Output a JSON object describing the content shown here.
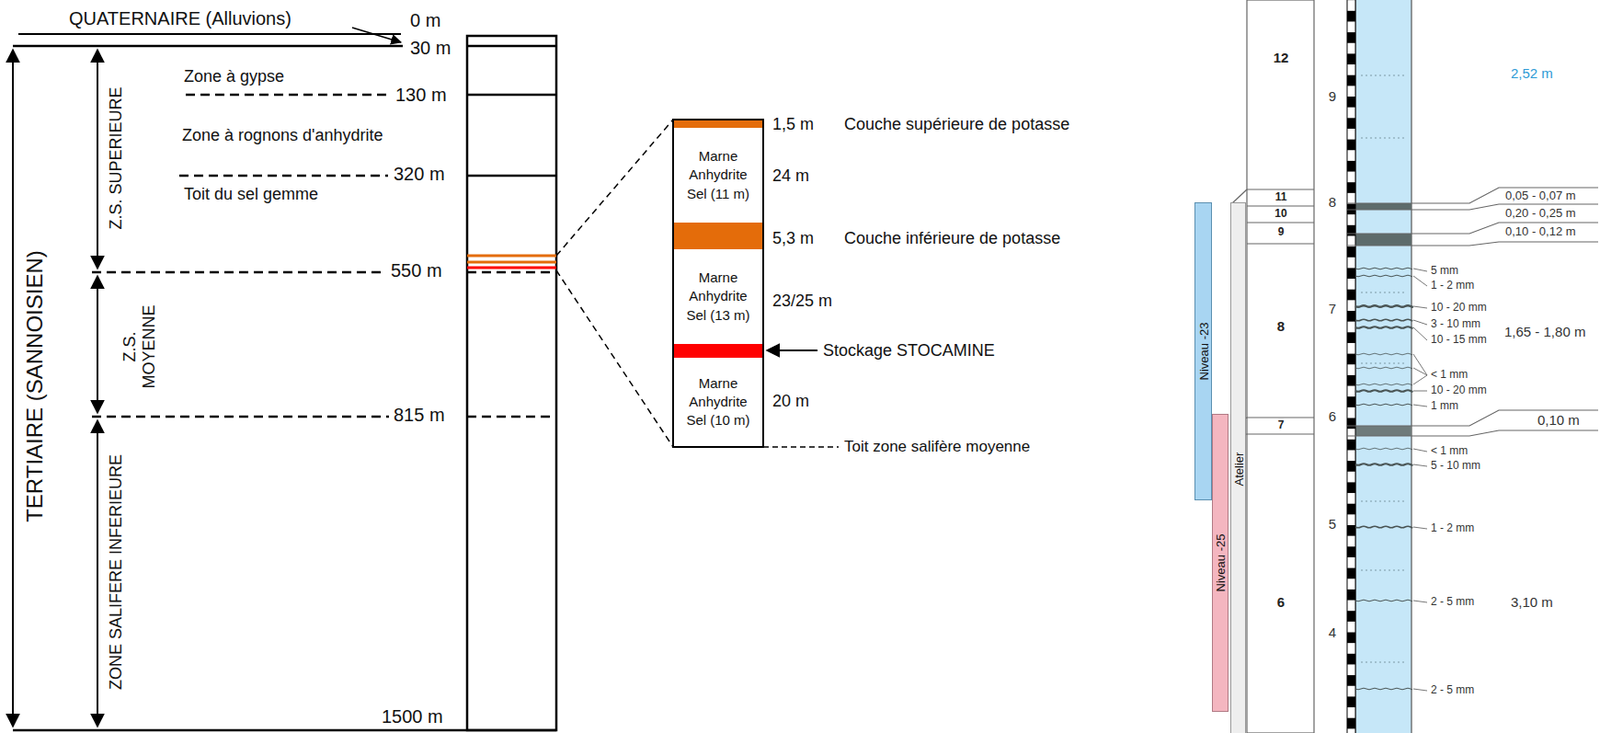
{
  "diagram": {
    "nodes": [
      {
        "text": [
          "Marne Anhydrite Sel (11 m)"
        ]
      },
      {
        "text": [
          "Marne Anhydrite Sel (13 m)"
        ]
      },
      {
        "text": [
          "Marne Anhydrite Sel (10 m)"
        ]
      },
      {
        "text": [
          "Niveau -23"
        ]
      },
      {
        "text": [
          "Niveau -25"
        ]
      },
      {
        "text": [
          "Atelier"
        ]
      }
    ],
    "labels": [
      "QUATERNAIRE (Alluvions)",
      "0 m",
      "30 m",
      "Zone à gypse",
      "130 m",
      "Zone à rognons d'anhydrite",
      "320 m",
      "Toit du sel gemme",
      "550 m",
      "815 m",
      "1500 m",
      "TERTIAIRE (SANNOISIEN)",
      "Z.S. SUPERIEURE",
      "Z.S. MOYENNE",
      "ZONE SALIFERE INFERIEURE",
      "1,5 m",
      "Couche supérieure de potasse",
      "24 m",
      "5,3 m",
      "Couche inférieure de potasse",
      "23/25 m",
      "Stockage STOCAMINE",
      "20 m",
      "Toit zone salifère moyenne",
      "12",
      "11",
      "10",
      "9",
      "8",
      "7",
      "6",
      "9",
      "8",
      "7",
      "6",
      "5",
      "4",
      "2,52 m",
      "0,05 - 0,07 m",
      "0,20 - 0,25 m",
      "0,10 - 0,12 m",
      "1,65 - 1,80 m",
      "0,10 m",
      "3,10 m",
      "5 mm",
      "1 - 2 mm",
      "10 - 20 mm",
      "3 - 10 mm",
      "10 - 15 mm",
      "< 1 mm",
      "10 - 20 mm",
      "1 mm",
      "< 1 mm",
      "5 - 10 mm",
      "1 - 2 mm",
      "2 - 5 mm",
      "2 - 5 mm"
    ]
  }
}
